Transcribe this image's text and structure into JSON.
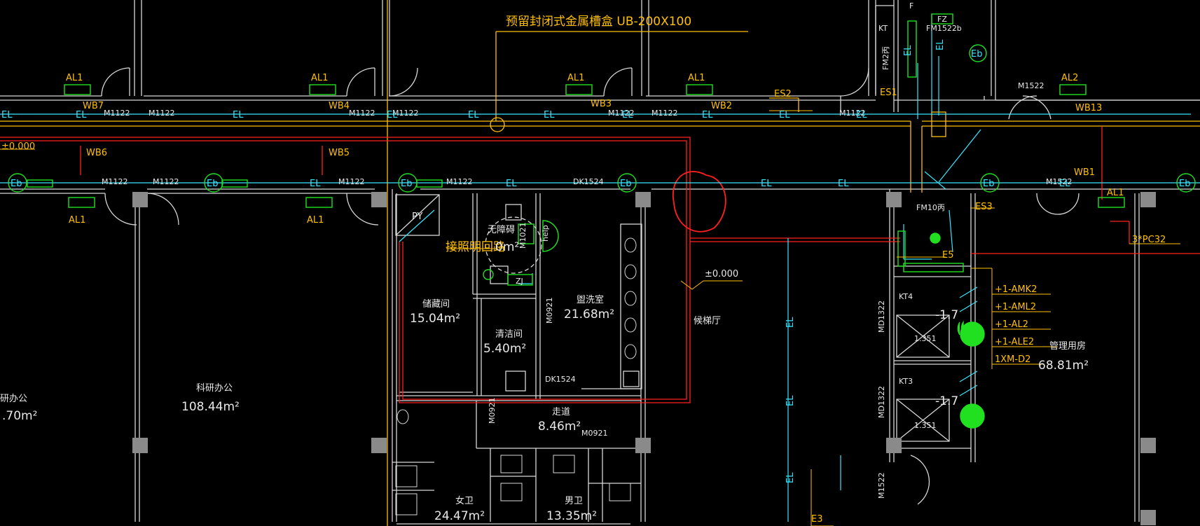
{
  "drawing": {
    "colors": {
      "background": "#000000",
      "wall": "#d8d8d8",
      "tray": "#ffc000",
      "cable": "#36e6ff",
      "fire": "#ff2020",
      "device": "#20e020",
      "column": "#8a8a8a"
    },
    "title_note": "预留封闭式金属槽盒 UB-200X100",
    "lighting_note": "接照明回路",
    "level_left": "±0.000",
    "level_mid": "±0.000",
    "panel_labels": {
      "al1_a": "AL1",
      "al1_b": "AL1",
      "al1_c": "AL1",
      "al1_d": "AL1",
      "al1_e": "AL1",
      "al1_f": "AL1",
      "al1_g": "AL1",
      "al2": "AL2",
      "wb7": "WB7",
      "wb4": "WB4",
      "wb3": "WB3",
      "wb2": "WB2",
      "wb13": "WB13",
      "wb6": "WB6",
      "wb5": "WB5",
      "wb1": "WB1",
      "es1": "ES1",
      "es2": "ES2",
      "es3": "ES3",
      "e5": "E5",
      "e3": "E3",
      "pc32": "3*PC32"
    },
    "door_labels": {
      "m1122_a": "M1122",
      "m1122_b": "M1122",
      "m1122_c": "M1122",
      "m1122_d": "M1122",
      "m1122_e": "M1122",
      "m1122_f": "M1122",
      "m1122_g": "M1122",
      "m1122_h": "M1122",
      "m1122_i": "M1122",
      "m1122_j": "M1122",
      "m1122_k": "M1122",
      "m1522_a": "M1522",
      "m1522_b": "M1522",
      "m1522_c": "M1522",
      "dk1524_a": "DK1524",
      "dk1524_b": "DK1524",
      "m0921_a": "M0921",
      "m0921_b": "M0921",
      "m0921_c": "M0921",
      "m1021": "M1021",
      "md1322_a": "MD1322",
      "md1322_b": "MD1322",
      "fm1522b": "FM1522b",
      "fm10": "FM10丙",
      "fm2": "FM2丙"
    },
    "cable_tag": "EL",
    "eb_tag": "Eb",
    "rooms": {
      "storage": {
        "name": "储藏间",
        "area": "15.04m²"
      },
      "washroom": {
        "name": "盥洗室",
        "area": "21.68m²"
      },
      "cleaning": {
        "name": "清洁间",
        "area": "5.40m²"
      },
      "corridor": {
        "name": "走道",
        "area": "8.46m²"
      },
      "lobby": {
        "name": "候梯厅"
      },
      "research": {
        "name": "科研办公",
        "area": "108.44m²"
      },
      "research_left": {
        "name": "研办公",
        "area": ".70m²"
      },
      "accessible": {
        "name": "无障碍",
        "area": "0m²"
      },
      "female_wc": {
        "name": "女卫",
        "area": "24.47m²"
      },
      "male_wc": {
        "name": "男卫",
        "area": "13.35m²"
      },
      "mgmt": {
        "name": "管理用房",
        "area": "68.81m²"
      }
    },
    "equipment": {
      "py": "PY",
      "help": "help",
      "zj": "ZJ",
      "kt": "KT",
      "kt4": "KT4",
      "kt3": "KT3",
      "f": "F",
      "fz": "FZ",
      "lift_level_a": "-1.7",
      "lift_level_b": "-1.7",
      "lift_dim_a": "1.351",
      "lift_dim_b": "1.351"
    },
    "circuit_list": [
      "+1-AMK2",
      "+1-AML2",
      "+1-AL2",
      "+1-ALE2",
      "1XM-D2"
    ]
  }
}
